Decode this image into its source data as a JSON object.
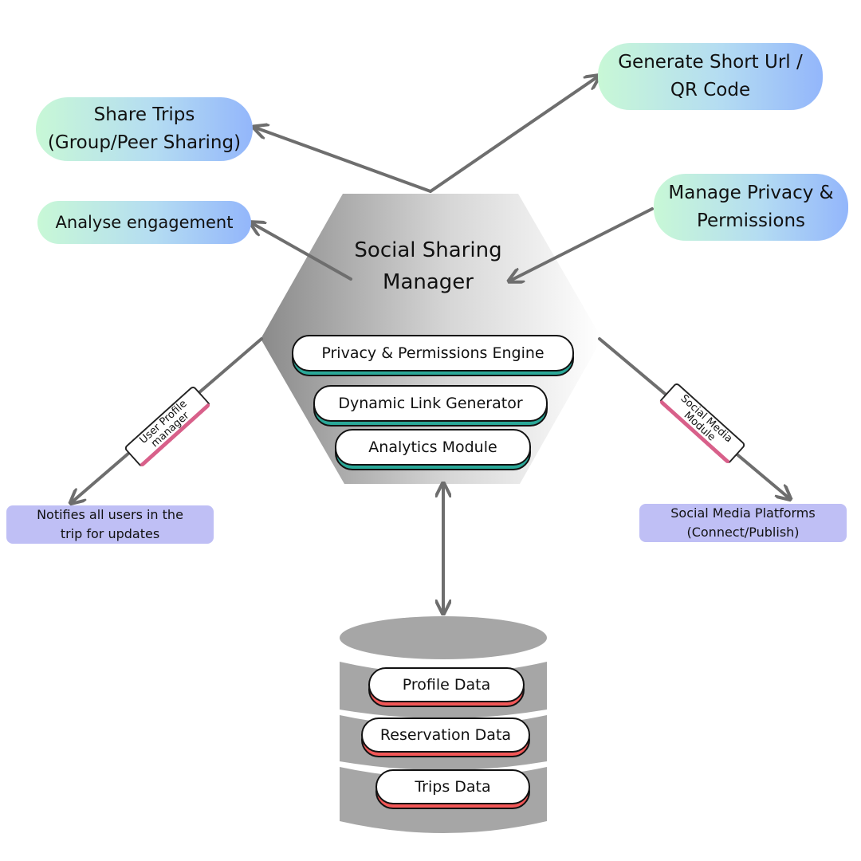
{
  "diagram": {
    "center": {
      "title_line1": "Social Sharing",
      "title_line2": "Manager"
    },
    "modules": [
      {
        "label": "Privacy & Permissions Engine"
      },
      {
        "label": "Dynamic Link Generator"
      },
      {
        "label": "Analytics Module"
      }
    ],
    "outputs": {
      "share_trips": {
        "line1": "Share Trips",
        "line2": "(Group/Peer Sharing)"
      },
      "short_url": {
        "line1": "Generate Short Url /",
        "line2": "QR Code"
      },
      "analyse": {
        "line1": "Analyse engagement"
      },
      "privacy": {
        "line1": "Manage Privacy &",
        "line2": "Permissions"
      }
    },
    "connectors": {
      "user_profile": {
        "line1": "User Profile",
        "line2": "manager"
      },
      "social_media": {
        "line1": "Social Media",
        "line2": "Module"
      }
    },
    "endpoints": {
      "notifies": {
        "line1": "Notifies all users in the",
        "line2": "trip for updates"
      },
      "platforms": {
        "line1": "Social Media Platforms",
        "line2": "(Connect/Publish)"
      }
    },
    "database": {
      "tables": [
        {
          "label": "Profile Data"
        },
        {
          "label": "Reservation Data"
        },
        {
          "label": "Trips Data"
        }
      ]
    },
    "colors": {
      "arrow": "#6e6e6e",
      "pill_start": "#c8f8d6",
      "pill_end": "#93b6fb",
      "endpoint_fill": "#bfbff5",
      "module_shadow": "#2aa898",
      "db_shadow": "#f25757",
      "tag_stripe": "#d8608a",
      "db_fill": "#a6a6a6"
    }
  }
}
